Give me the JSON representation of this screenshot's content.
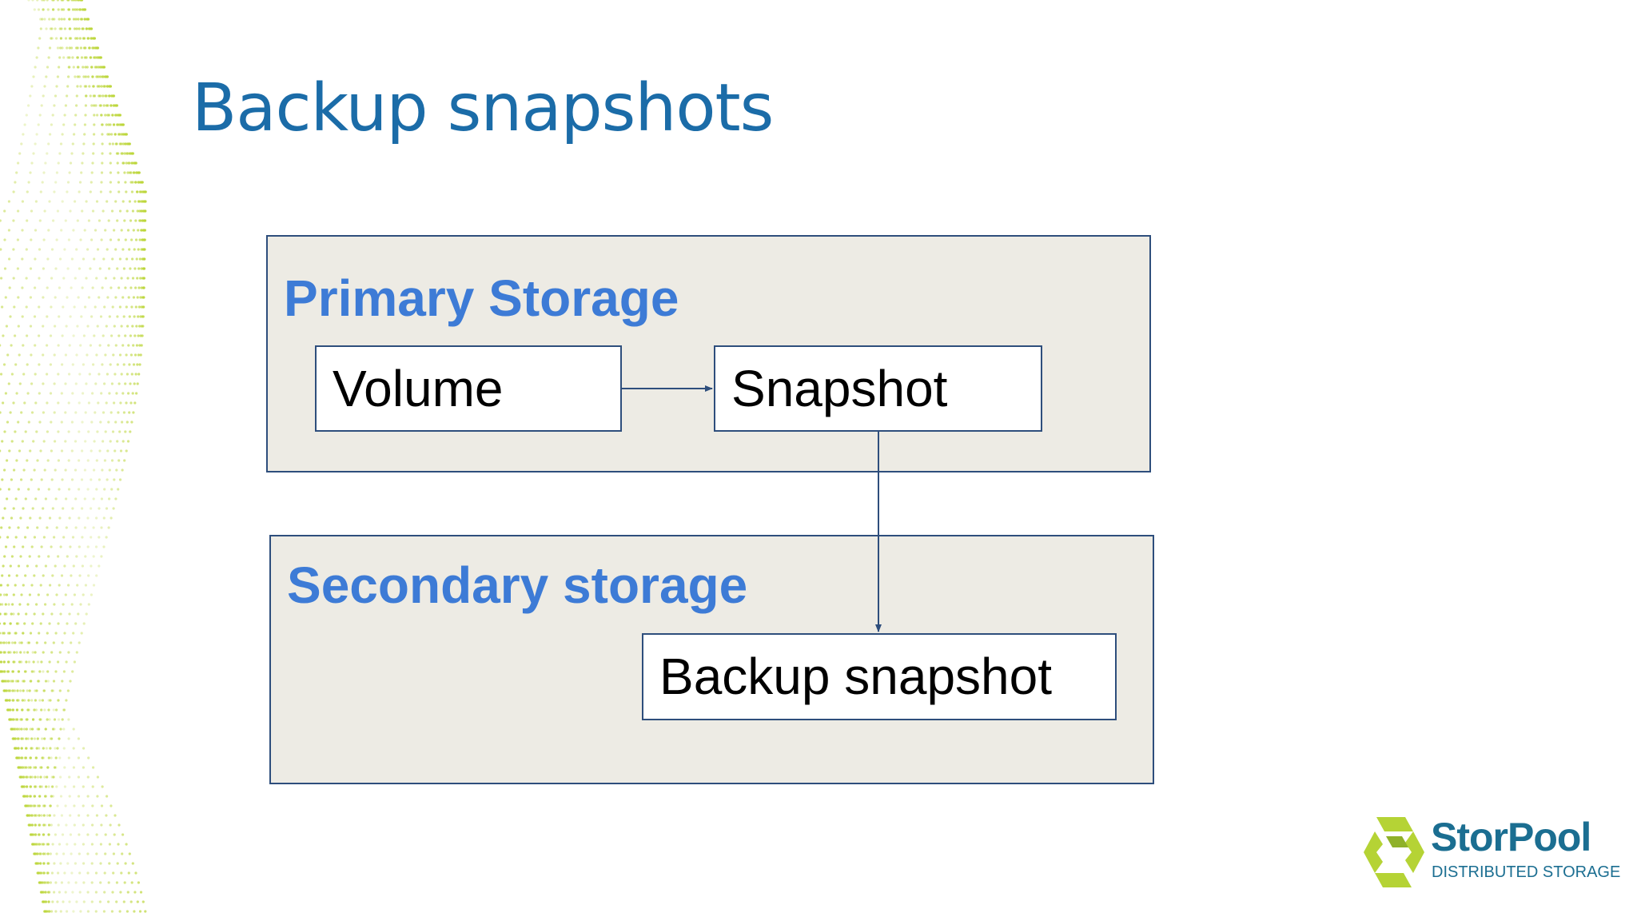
{
  "slide": {
    "title": "Backup snapshots"
  },
  "primary": {
    "title": "Primary Storage",
    "volume": "Volume",
    "snapshot": "Snapshot"
  },
  "secondary": {
    "title": "Secondary storage",
    "backup": "Backup snapshot"
  },
  "logo": {
    "name": "StorPool",
    "tagline": "DISTRIBUTED STORAGE"
  },
  "colors": {
    "title": "#1b6ca8",
    "region_title": "#3d7bd6",
    "region_fill": "#edebe4",
    "border": "#2e4e7c",
    "wave": "#bcd63a",
    "logo_green": "#b5d335",
    "logo_text": "#1b6e91"
  }
}
